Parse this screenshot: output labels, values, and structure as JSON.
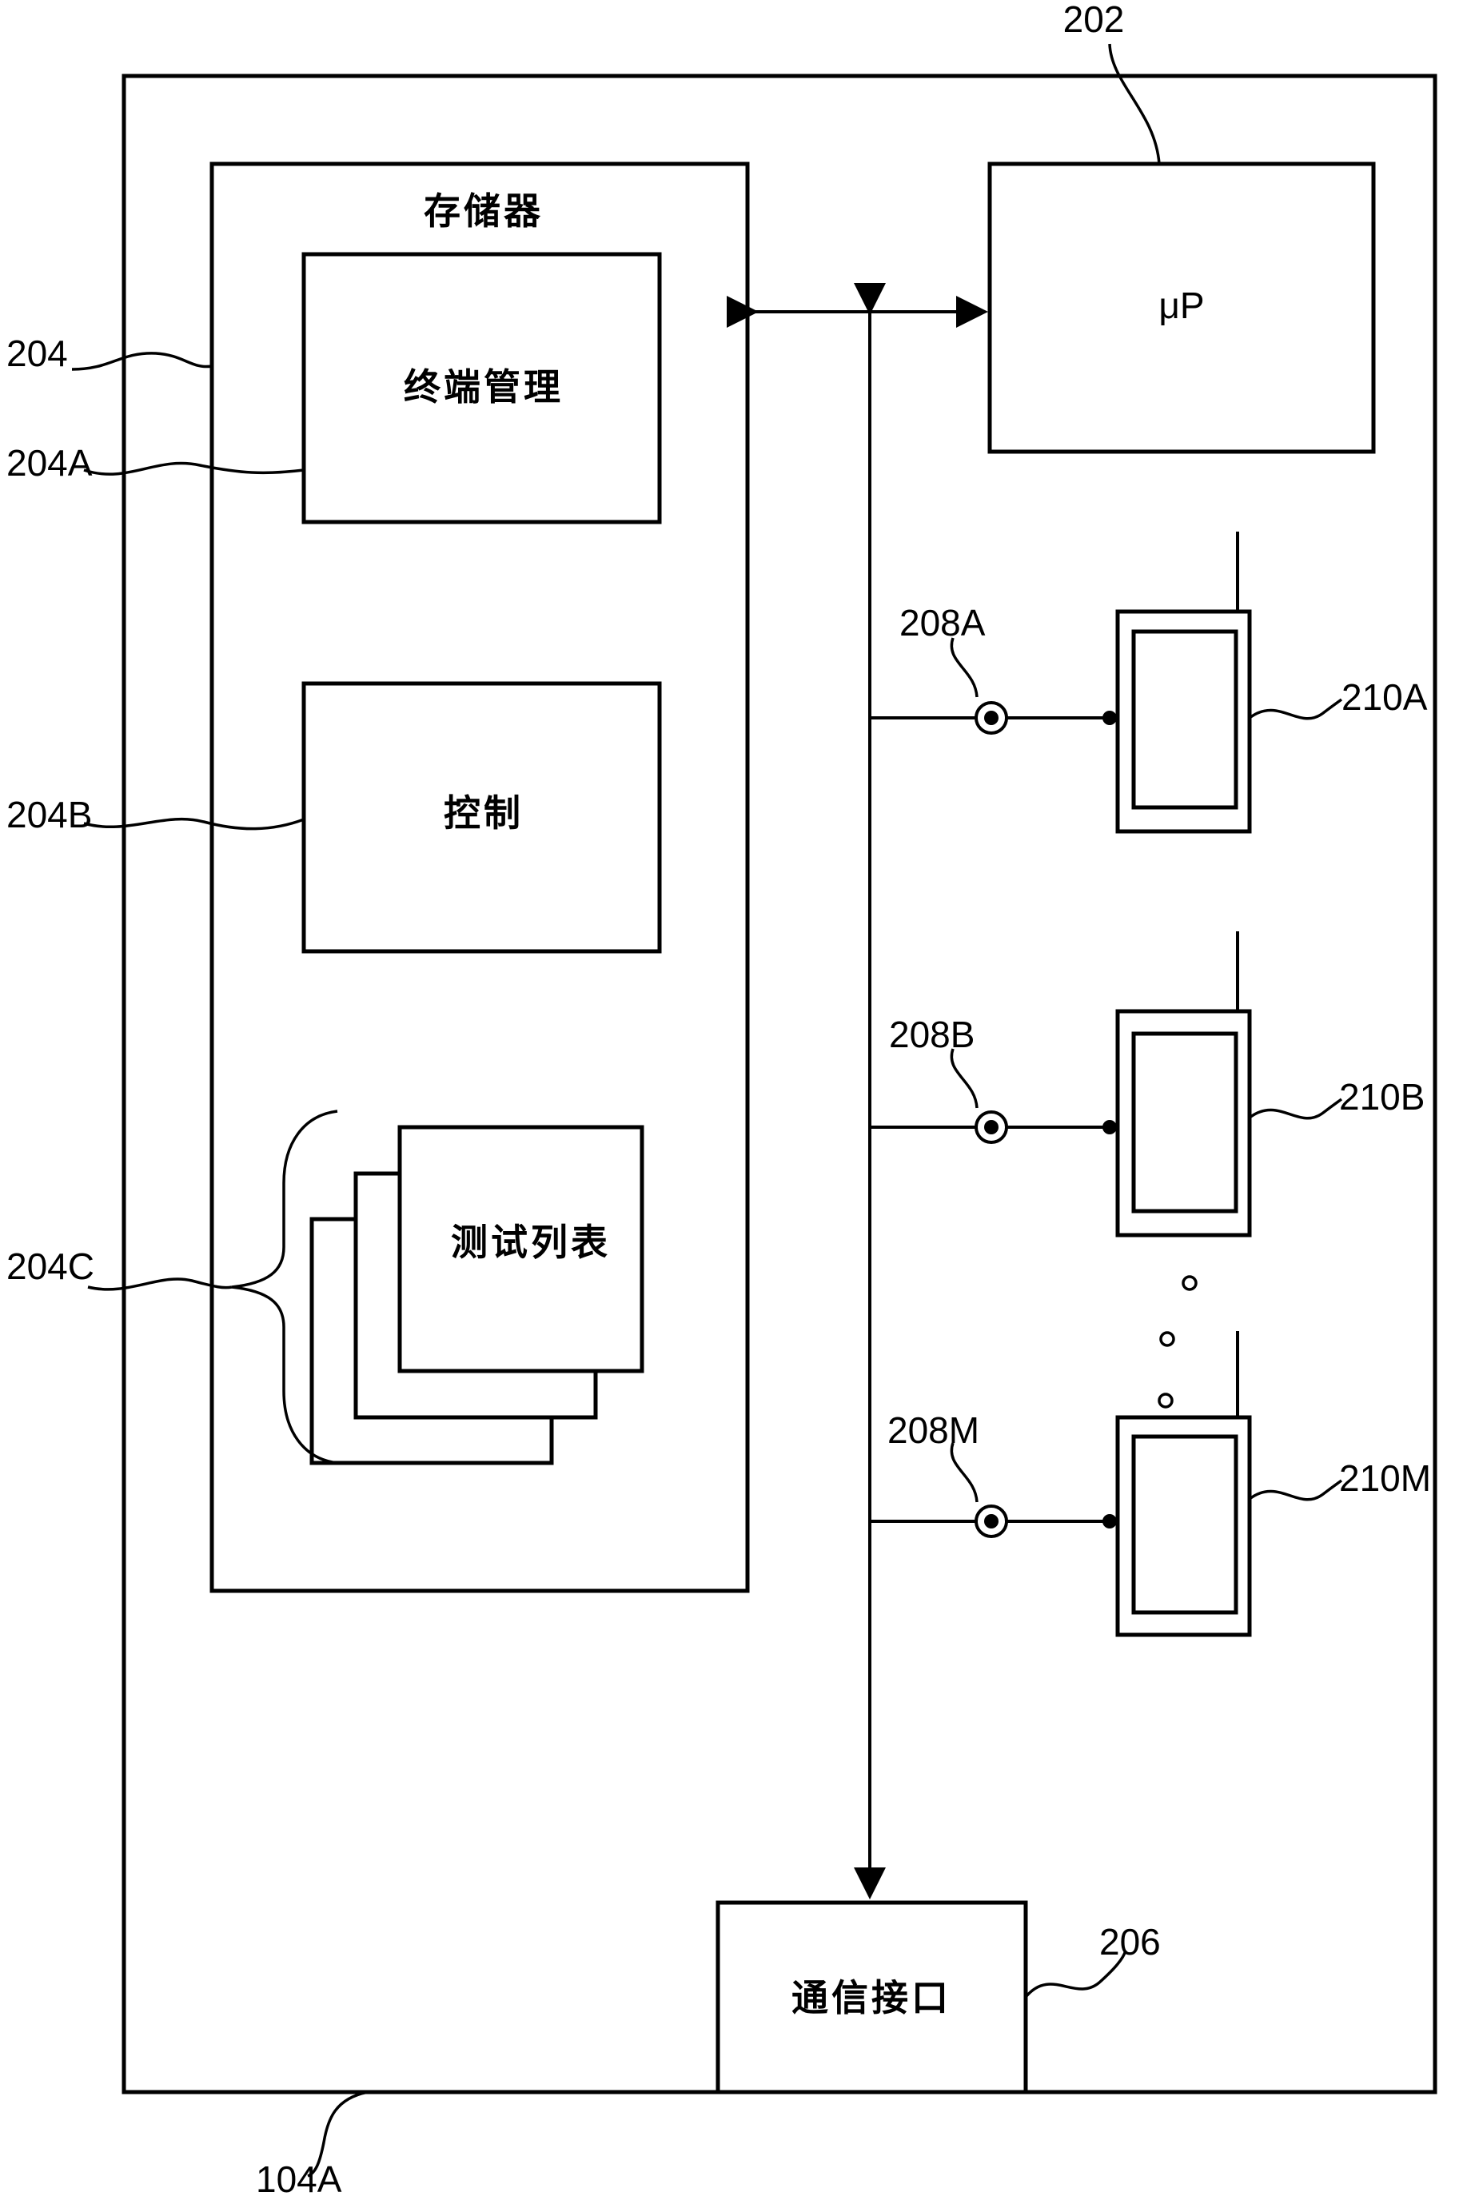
{
  "boxes": {
    "memory": "存储器",
    "terminal_mgmt": "终端管理",
    "control": "控制",
    "test_list": "测试列表",
    "processor": "μP",
    "comm_interface": "通信接口"
  },
  "refs": {
    "r202": "202",
    "r204": "204",
    "r204a": "204A",
    "r204b": "204B",
    "r204c": "204C",
    "r206": "206",
    "r208a": "208A",
    "r208b": "208B",
    "r208m": "208M",
    "r210a": "210A",
    "r210b": "210B",
    "r210m": "210M",
    "r104a": "104A"
  }
}
